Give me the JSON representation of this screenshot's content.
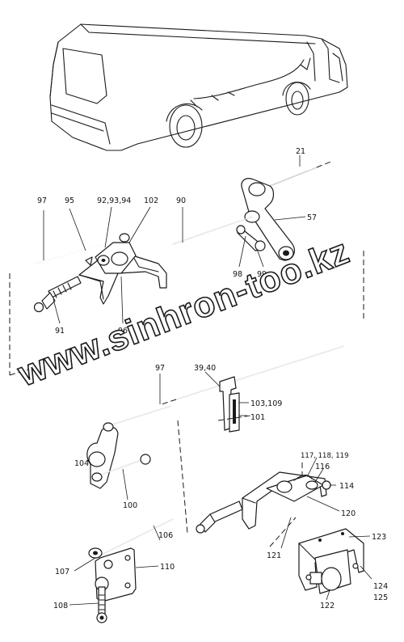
{
  "labels": {
    "p21": "21",
    "p57": "57",
    "p97a": "97",
    "p95": "95",
    "p929394": "92,93,94",
    "p102": "102",
    "p90": "90",
    "p98": "98",
    "p99": "99",
    "p91": "91",
    "p96": "96",
    "p97b": "97",
    "p3940": "39,40",
    "p103109": "103,109",
    "p101": "101",
    "p104": "104",
    "p100": "100",
    "p117": "117, 118, 119",
    "p116": "116",
    "p114": "114",
    "p120": "120",
    "p121": "121",
    "p123": "123",
    "p106": "106",
    "p107": "107",
    "p110": "110",
    "p108": "108",
    "p122": "122",
    "p124": "124",
    "p125": "125"
  },
  "watermark": "www.sinhron-too.kz"
}
